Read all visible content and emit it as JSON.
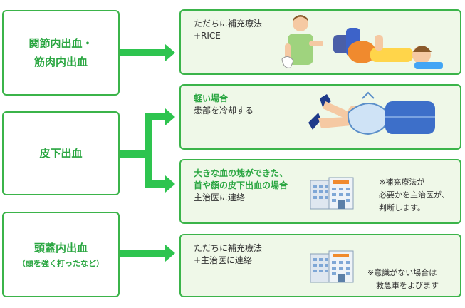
{
  "categories": {
    "joint": {
      "lines": [
        "関節内出血・",
        "筋肉内出血"
      ]
    },
    "subcutaneous": {
      "lines": [
        "皮下出血"
      ]
    },
    "head": {
      "title": "頭蓋内出血",
      "subtitle": "（頭を強く打ったなど）"
    }
  },
  "actions": {
    "rice": {
      "lines": [
        "ただちに補充療法",
        "+RICE"
      ]
    },
    "mild": {
      "highlight": "軽い場合",
      "lines": [
        "患部を冷却する"
      ]
    },
    "severe": {
      "highlight": [
        "大きな血の塊ができた、",
        "首や顔の皮下出血の場合"
      ],
      "lines": [
        "主治医に連絡"
      ],
      "note": [
        "※補充療法が",
        "必要かを主治医が、",
        "判断します。"
      ]
    },
    "head": {
      "lines": [
        "ただちに補充療法",
        "+主治医に連絡"
      ],
      "note": [
        "※意識がない場合は",
        "救急車をよびます"
      ]
    }
  },
  "colors": {
    "accent": "#3bb44a",
    "accent_text": "#2aa641",
    "box_fill": "#eff8e8",
    "text": "#333333"
  },
  "icons": [
    "nurse-icon",
    "lying-patient-icon",
    "ice-pack-leg-icon",
    "hospital-icon"
  ]
}
